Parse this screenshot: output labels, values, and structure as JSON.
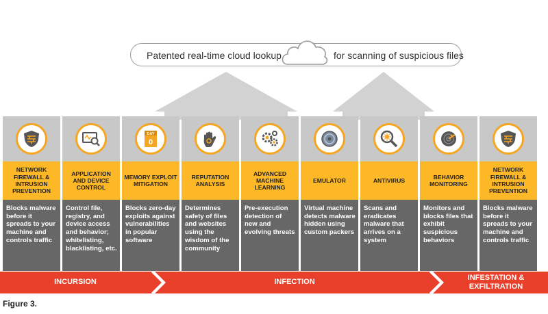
{
  "cloud": {
    "left_text": "Patented real-time cloud lookup",
    "right_text": "for scanning of suspicious files"
  },
  "columns": [
    {
      "title": "NETWORK FIREWALL & INTRUSION PREVENTION",
      "desc": "Blocks malware before it spreads to your machine and controls traffic",
      "icon": "shield-icon"
    },
    {
      "title": "APPLICATION AND DEVICE CONTROL",
      "desc": "Control file, registry, and device access and behavior; whitelisting, blacklisting, etc.",
      "icon": "monitor-search-icon"
    },
    {
      "title": "MEMORY EXPLOIT MITIGATION",
      "desc": "Blocks zero-day exploits against vulnerabilities in popular software",
      "icon": "day-zero-icon",
      "icon_text": "DAY"
    },
    {
      "title": "REPUTATION ANALYSIS",
      "desc": "Determines safety of files and websites using the wisdom of the community",
      "icon": "hand-stop-icon"
    },
    {
      "title": "ADVANCED MACHINE LEARNING",
      "desc": "Pre-execution detection of new and evolving threats",
      "icon": "gears-icon"
    },
    {
      "title": "EMULATOR",
      "desc": "Virtual machine detects malware hidden using custom packers",
      "icon": "disk-icon"
    },
    {
      "title": "ANTIVIRUS",
      "desc": "Scans and eradicates malware that arrives on a system",
      "icon": "magnifier-virus-icon"
    },
    {
      "title": "BEHAVIOR MONITORING",
      "desc": "Monitors and blocks files that exhibit suspicious behaviors",
      "icon": "radar-icon"
    },
    {
      "title": "NETWORK FIREWALL & INTRUSION PREVENTION",
      "desc": "Blocks malware before it spreads to your machine and controls traffic",
      "icon": "shield-icon"
    }
  ],
  "phases": {
    "incursion": "INCURSION",
    "infection": "INFECTION",
    "infestation": "INFESTATION & EXFILTRATION"
  },
  "colors": {
    "accent": "#fdb827",
    "phase": "#e8402a",
    "desc_bg": "#676767",
    "icon_bg": "#c8c8c8"
  },
  "caption": "Figure 3."
}
